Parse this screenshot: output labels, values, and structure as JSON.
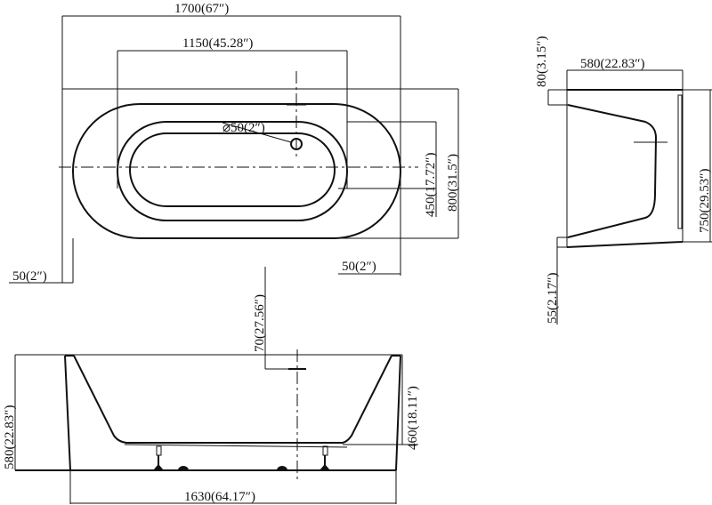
{
  "top_view": {
    "overall_length": "1700(67″)",
    "inner_length": "1150(45.28″)",
    "drain_diameter": "⌀50(2″)",
    "inner_width": "450(17.72″)",
    "overall_width": "800(31.5″)",
    "left_margin": "50(2″)",
    "right_margin": "50(2″)"
  },
  "end_view": {
    "depth": "580(22.83″)",
    "rim_offset": "80(3.15″)",
    "height": "750(29.53″)",
    "base_offset": "55(2.17″)"
  },
  "front_view": {
    "overflow_height": "70(27.56″)",
    "inner_depth": "460(18.11″)",
    "overall_height": "580(22.83″)",
    "base_length": "1630(64.17″)"
  },
  "colors": {
    "line": "#111111",
    "background": "#ffffff"
  }
}
